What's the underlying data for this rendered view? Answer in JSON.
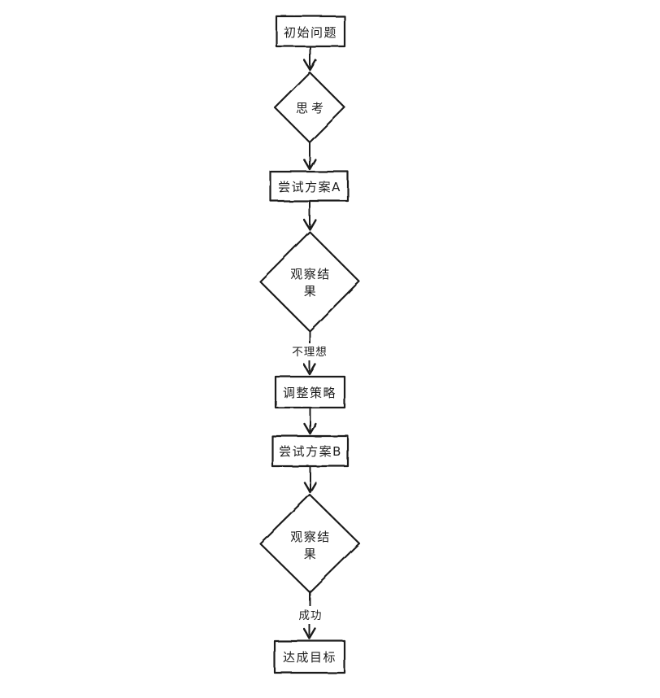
{
  "flowchart": {
    "nodes": {
      "start": {
        "type": "rect",
        "label": "初始问题"
      },
      "think": {
        "type": "diamond",
        "label": "思考"
      },
      "try_a": {
        "type": "rect",
        "label": "尝试方案A"
      },
      "observe_1": {
        "type": "diamond",
        "label": "观察结果",
        "lines": [
          "观察结",
          "果"
        ]
      },
      "adjust": {
        "type": "rect",
        "label": "调整策略"
      },
      "try_b": {
        "type": "rect",
        "label": "尝试方案B"
      },
      "observe_2": {
        "type": "diamond",
        "label": "观察结果",
        "lines": [
          "观察结",
          "果"
        ]
      },
      "goal": {
        "type": "rect",
        "label": "达成目标"
      }
    },
    "edge_labels": {
      "not_ideal": "不理想",
      "success": "成功"
    },
    "colors": {
      "stroke": "#1d1d1d",
      "node_fill": "#ffffff",
      "goal_fill": "#cde8d0",
      "canvas_background": "#ffffff"
    }
  }
}
